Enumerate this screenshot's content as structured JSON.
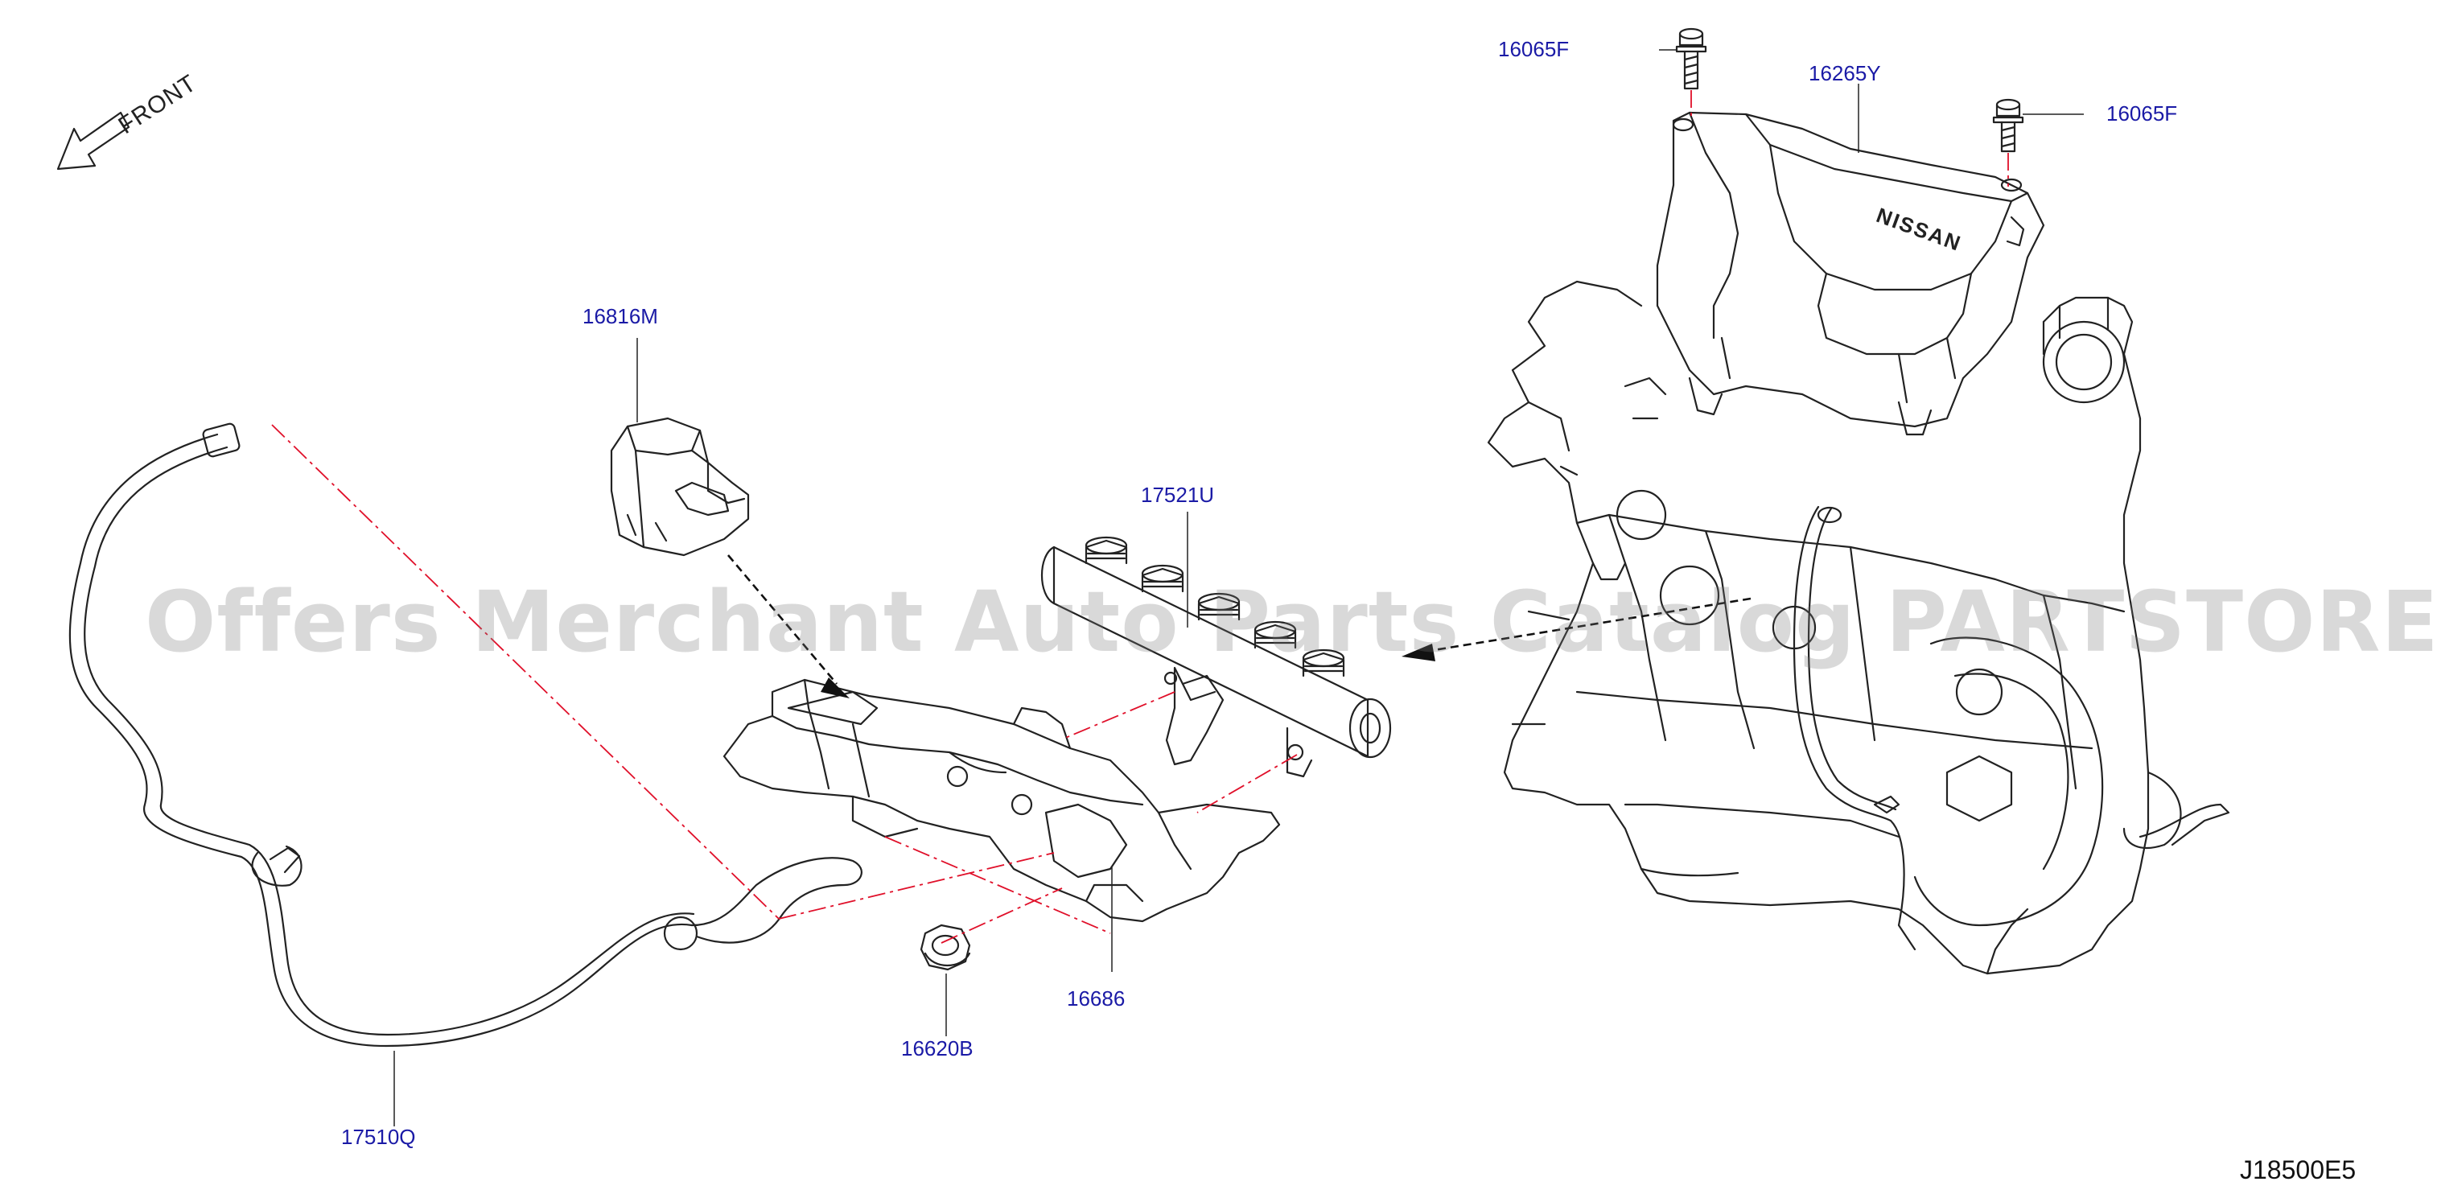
{
  "labels": {
    "bolt_left": "16065F",
    "bolt_right": "16065F",
    "engine_cover": "16265Y",
    "insulator": "16816M",
    "fuel_rail": "17521U",
    "bracket": "16686",
    "nut": "16620B",
    "fuel_tube": "17510Q"
  },
  "front_marker": "FRONT",
  "engine_cover_brand": "NISSAN",
  "diagram_code": "J18500E5",
  "watermark": "Offers Merchant Auto Parts Catalog PARTSTORE.SA",
  "colors": {
    "callout": "#1a1aa6",
    "line": "#222222",
    "leader": "#e0102a"
  }
}
